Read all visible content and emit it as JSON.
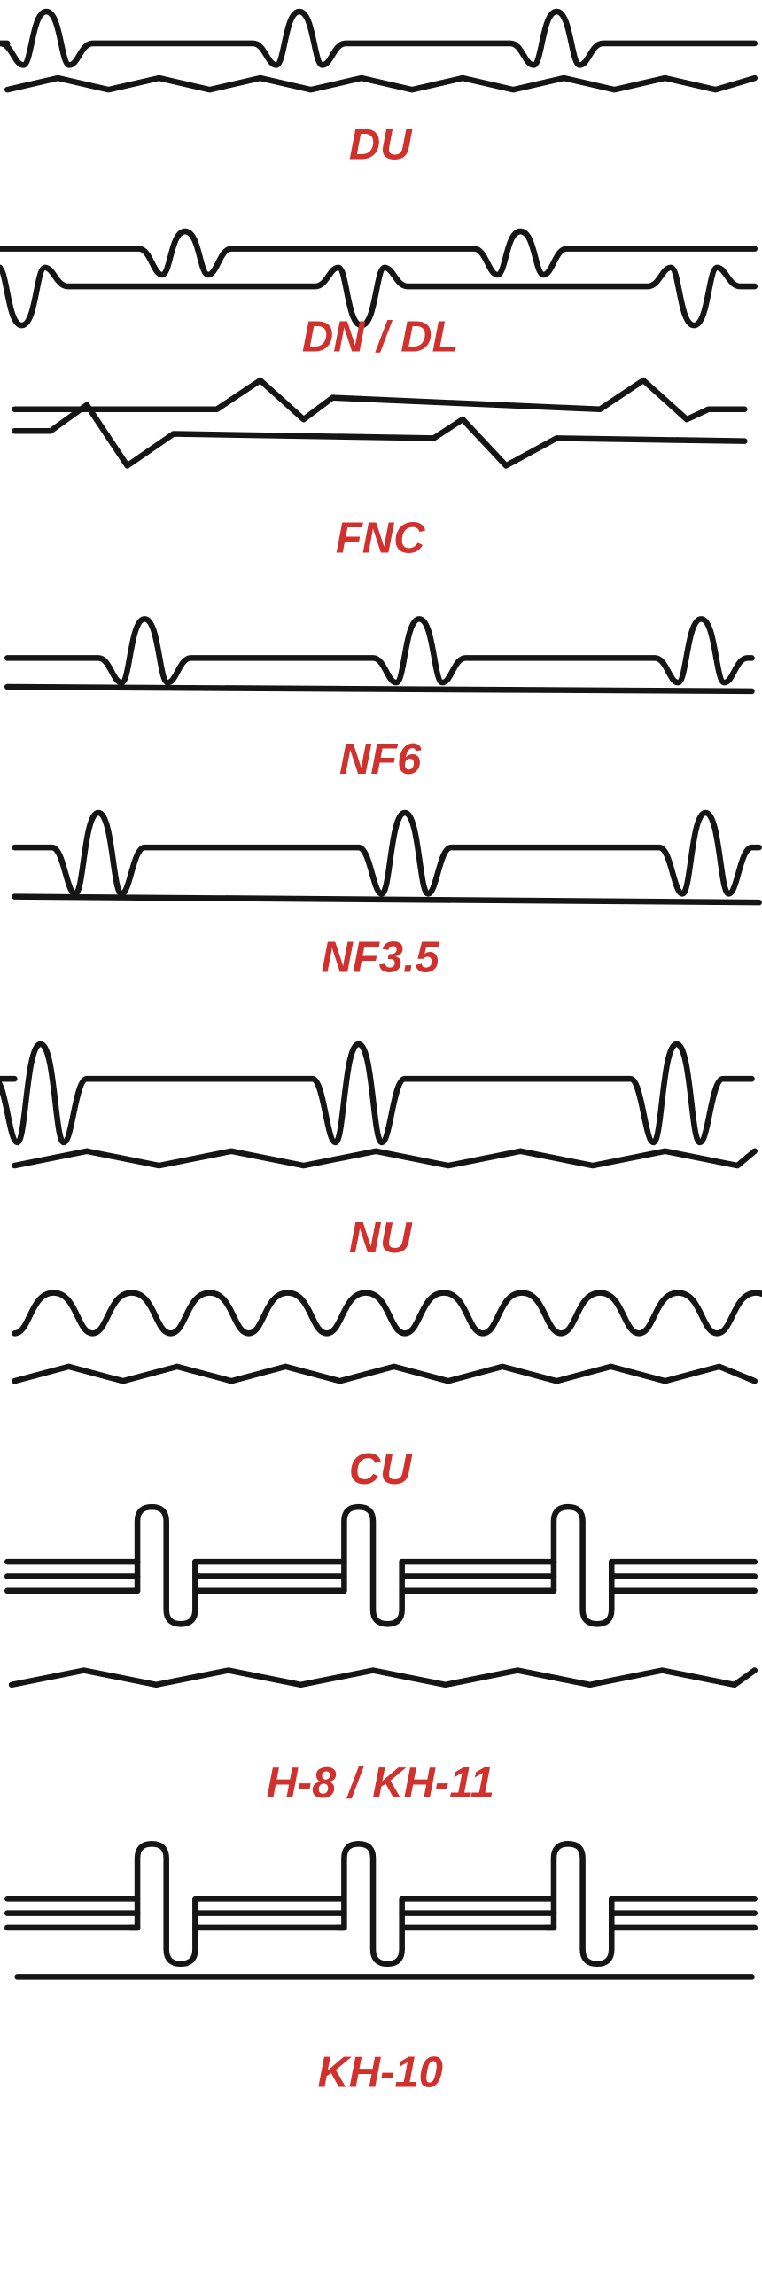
{
  "title_color": "#d0312d",
  "line_color": "#151515",
  "profiles": [
    {
      "label": "DU"
    },
    {
      "label": "DN / DL"
    },
    {
      "label": "FNC"
    },
    {
      "label": "NF6"
    },
    {
      "label": "NF3.5"
    },
    {
      "label": "NU"
    },
    {
      "label": "CU"
    },
    {
      "label": "H-8 / KH-11"
    },
    {
      "label": "KH-10"
    }
  ]
}
